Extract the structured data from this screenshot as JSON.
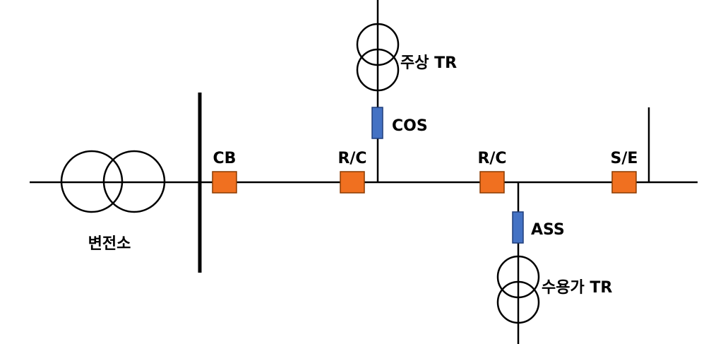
{
  "colors": {
    "recloser_fill": "#f07020",
    "fuse_fill": "#4472c4",
    "line": "#000000"
  },
  "labels": {
    "substation": "변전소",
    "cb": "CB",
    "recloser_1": "R/C",
    "recloser_2": "R/C",
    "sectionalizer": "S/E",
    "cos": "COS",
    "ass": "ASS",
    "pole_tr": "주상 TR",
    "customer_tr": "수용가 TR"
  }
}
